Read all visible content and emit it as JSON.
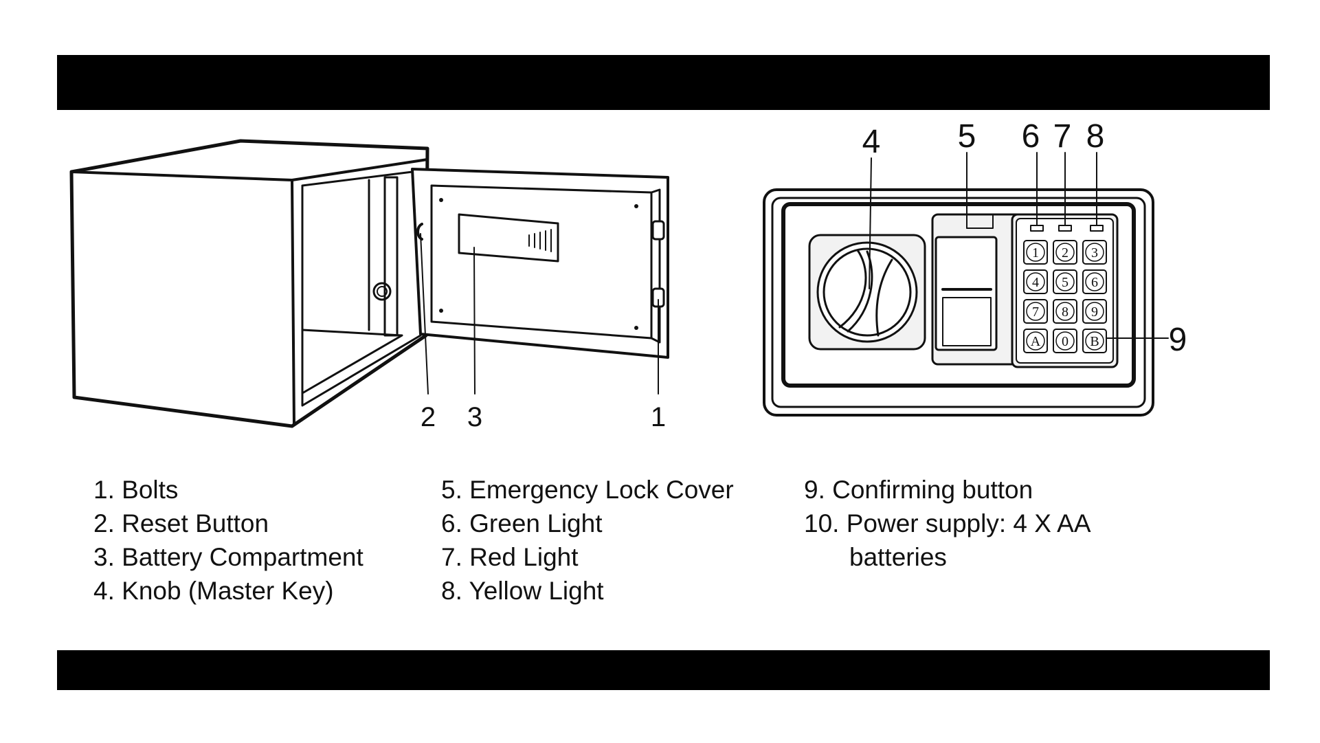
{
  "callouts": {
    "c1": "1",
    "c2": "2",
    "c3": "3",
    "c4": "4",
    "c5": "5",
    "c6": "6",
    "c7": "7",
    "c8": "8",
    "c9": "9"
  },
  "keypad": {
    "keys": [
      "1",
      "2",
      "3",
      "4",
      "5",
      "6",
      "7",
      "8",
      "9",
      "A",
      "0",
      "B"
    ]
  },
  "legend": {
    "col1": [
      "1. Bolts",
      "2. Reset Button",
      "3. Battery Compartment",
      "4. Knob (Master Key)"
    ],
    "col2": [
      "5. Emergency Lock Cover",
      "6. Green Light",
      "7. Red Light",
      "8. Yellow Light"
    ],
    "col3": [
      "9. Confirming button",
      "10. Power supply: 4 X AA batteries"
    ]
  },
  "colors": {
    "band": "#000000",
    "ink": "#111111",
    "panel_fill": "#f2f2f2",
    "background": "#ffffff"
  }
}
